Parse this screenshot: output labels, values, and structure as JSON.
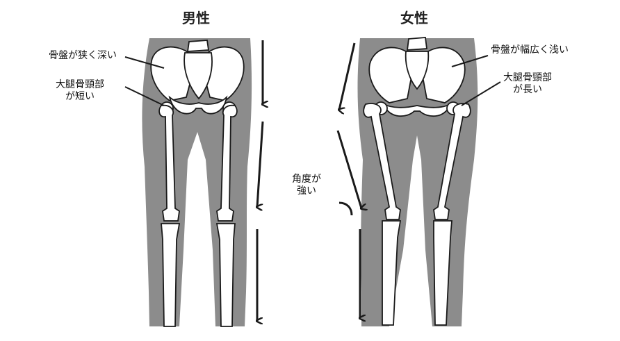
{
  "male": {
    "title": "男性",
    "pelvis_label": "骨盤が狭く深い",
    "femoral_neck_label_line1": "大腿骨頸部",
    "femoral_neck_label_line2": "が短い"
  },
  "female": {
    "title": "女性",
    "pelvis_label": "骨盤が幅広く浅い",
    "femoral_neck_label_line1": "大腿骨頸部",
    "femoral_neck_label_line2": "が長い",
    "angle_label_line1": "角度が",
    "angle_label_line2": "強い"
  },
  "colors": {
    "silhouette": "#8c8c8c",
    "bone_fill": "#ffffff",
    "bone_stroke": "#1a1a1a",
    "arrow": "#1a1a1a"
  }
}
